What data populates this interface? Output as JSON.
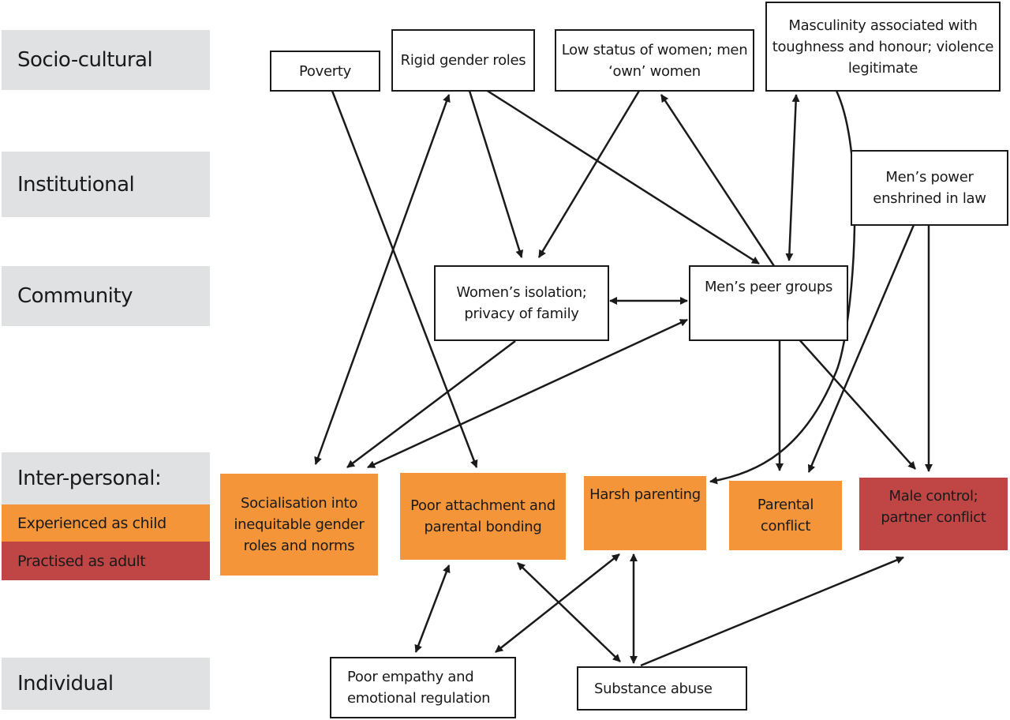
{
  "colors": {
    "level_bg": "#e0e1e3",
    "experienced_as_child": "#f5953a",
    "practised_as_adult": "#c04646",
    "line": "#1a1a1a"
  },
  "levels": [
    {
      "id": "socio",
      "label": "Socio-cultural"
    },
    {
      "id": "institutional",
      "label": "Institutional"
    },
    {
      "id": "community",
      "label": "Community"
    },
    {
      "id": "interpersonal",
      "label": "Inter-personal:"
    },
    {
      "id": "individual",
      "label": "Individual"
    }
  ],
  "legend": [
    {
      "id": "child",
      "label": "Experienced as child"
    },
    {
      "id": "adult",
      "label": "Practised as adult"
    }
  ],
  "nodes": {
    "poverty": "Poverty",
    "rigid_gender_roles": "Rigid gender roles",
    "low_status_women": "Low status of women; men ‘own’ women",
    "masculinity": "Masculinity associated with toughness and honour; violence legitimate",
    "mens_power_law": "Men’s power enshrined in law",
    "womens_isolation": "Women’s isolation; privacy of family",
    "mens_peer_groups": "Men’s peer groups",
    "socialisation": "Socialisation into inequitable gender roles and norms",
    "poor_attachment": "Poor attachment and parental bonding",
    "harsh_parenting": "Harsh parenting",
    "parental_conflict": "Parental conflict",
    "male_control": "Male control; partner conflict",
    "poor_empathy": "Poor empathy and emotional regulation",
    "substance_abuse": "Substance abuse"
  },
  "edges": [
    {
      "from": "poverty",
      "to": "poor_attachment",
      "type": "directed"
    },
    {
      "from": "socialisation",
      "to": "rigid_gender_roles",
      "type": "bidirectional"
    },
    {
      "from": "rigid_gender_roles",
      "to": "womens_isolation",
      "type": "directed"
    },
    {
      "from": "rigid_gender_roles",
      "to": "mens_peer_groups",
      "type": "directed"
    },
    {
      "from": "low_status_women",
      "to": "womens_isolation",
      "type": "directed"
    },
    {
      "from": "mens_peer_groups",
      "to": "low_status_women",
      "type": "directed"
    },
    {
      "from": "masculinity",
      "to": "mens_peer_groups",
      "type": "bidirectional"
    },
    {
      "from": "masculinity",
      "to": "harsh_parenting",
      "type": "directed"
    },
    {
      "from": "mens_power_law",
      "to": "parental_conflict",
      "type": "directed"
    },
    {
      "from": "mens_power_law",
      "to": "male_control",
      "type": "directed"
    },
    {
      "from": "womens_isolation",
      "to": "mens_peer_groups",
      "type": "bidirectional"
    },
    {
      "from": "womens_isolation",
      "to": "socialisation",
      "type": "directed"
    },
    {
      "from": "socialisation",
      "to": "mens_peer_groups",
      "type": "bidirectional"
    },
    {
      "from": "mens_peer_groups",
      "to": "parental_conflict",
      "type": "directed"
    },
    {
      "from": "mens_peer_groups",
      "to": "male_control",
      "type": "directed"
    },
    {
      "from": "poor_empathy",
      "to": "poor_attachment",
      "type": "bidirectional"
    },
    {
      "from": "poor_empathy",
      "to": "harsh_parenting",
      "type": "bidirectional"
    },
    {
      "from": "substance_abuse",
      "to": "poor_attachment",
      "type": "bidirectional"
    },
    {
      "from": "substance_abuse",
      "to": "harsh_parenting",
      "type": "bidirectional"
    },
    {
      "from": "substance_abuse",
      "to": "male_control",
      "type": "directed"
    }
  ]
}
